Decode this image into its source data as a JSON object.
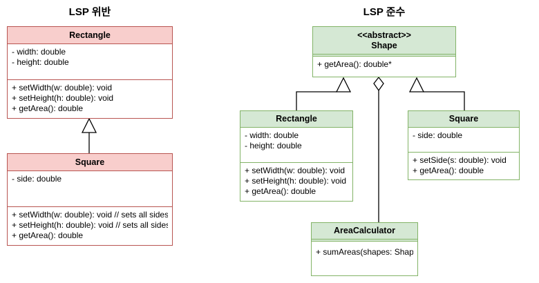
{
  "diagrams": [
    {
      "title": "LSP 위반",
      "classes": [
        {
          "name": "Rectangle",
          "attributes": [
            "- width: double",
            "- height: double"
          ],
          "methods": [
            "+ setWidth(w: double): void",
            "+ setHeight(h: double): void",
            "+ getArea(): double"
          ]
        },
        {
          "name": "Square",
          "attributes": [
            "- side: double"
          ],
          "methods": [
            "+ setWidth(w: double): void // sets all sides",
            "+ setHeight(h: double): void // sets all sides",
            "+ getArea(): double"
          ]
        }
      ]
    },
    {
      "title": "LSP 준수",
      "classes": [
        {
          "stereotype": "<<abstract>>",
          "name": "Shape",
          "attributes": [],
          "methods": [
            "+ getArea(): double*"
          ]
        },
        {
          "name": "Rectangle",
          "attributes": [
            "- width: double",
            "- height: double"
          ],
          "methods": [
            "+ setWidth(w: double): void",
            "+ setHeight(h: double): void",
            "+ getArea(): double"
          ]
        },
        {
          "name": "Square",
          "attributes": [
            "- side: double"
          ],
          "methods": [
            "+ setSide(s: double): void",
            "+ getArea(): double"
          ]
        },
        {
          "name": "AreaCalculator",
          "attributes": [],
          "methods": [
            "+ sumAreas(shapes: Shape[]): double"
          ]
        }
      ]
    }
  ],
  "colors": {
    "red_fill": "#f8cecc",
    "red_stroke": "#b85450",
    "green_fill": "#d5e8d4",
    "green_stroke": "#82b366",
    "edge_stroke": "#000000",
    "background": "#ffffff"
  },
  "relations": {
    "left_inheritance": "Square inherits Rectangle",
    "right_inheritance_rectangle": "Rectangle inherits Shape",
    "right_inheritance_square": "Square inherits Shape",
    "aggregation": "AreaCalculator aggregates Shape"
  }
}
